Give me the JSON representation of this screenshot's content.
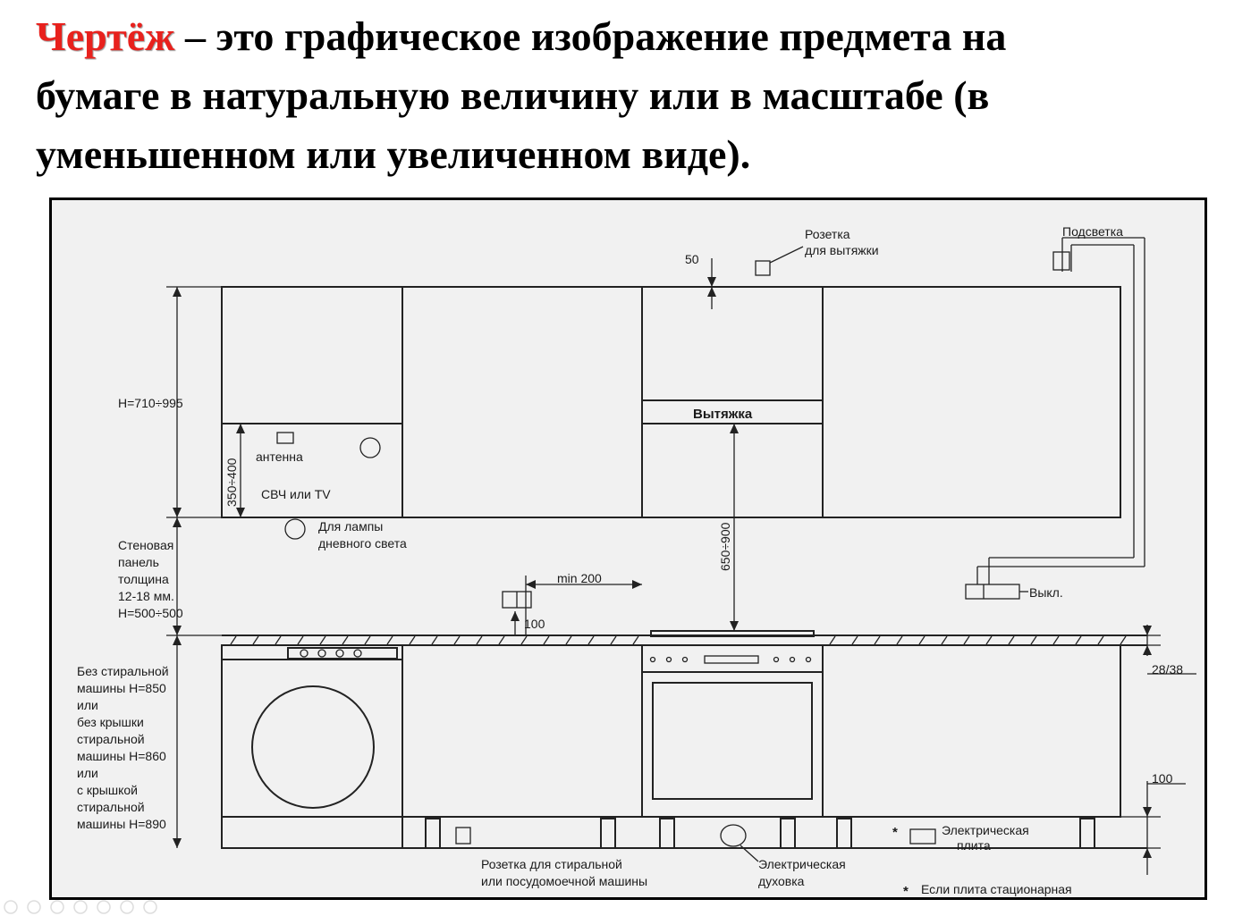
{
  "heading": {
    "term": "Чертёж",
    "rest_line1": " – это графическое изображение предмета на",
    "line2": "бумаге в натуральную величину или в масштабе (в",
    "line3": "уменьшенном или увеличенном виде)."
  },
  "drawing": {
    "labels": {
      "rozetka_1": "Розетка",
      "rozetka_2": "для вытяжки",
      "dim_50": "50",
      "podsvetka": "Подсветка",
      "h_upper": "H=710÷995",
      "vytyazhka": "Вытяжка",
      "antenna": "антенна",
      "dim_350_400": "350÷400",
      "svch": "СВЧ или TV",
      "lamp_1": "Для лампы",
      "lamp_2": "дневного света",
      "dim_650_900": "650÷900",
      "panel_1": "Стеновая",
      "panel_2": "панель",
      "panel_3": "толщина",
      "panel_4": "12-18 мм.",
      "panel_5": "H=500÷500",
      "min200": "min 200",
      "dim_100_socket": "100",
      "vykl": "Выкл.",
      "dim_28_38": "28/38",
      "dim_100_plinth": "100",
      "wm_1": "Без стиральной",
      "wm_2": "машины H=850",
      "wm_3": "или",
      "wm_4": "без крышки",
      "wm_5": "стиральной",
      "wm_6": "машины H=860",
      "wm_7": "или",
      "wm_8": "с крышкой",
      "wm_9": "стиральной",
      "wm_10": "машины H=890",
      "plita_1": "Электрическая",
      "plita_2": "плита",
      "rozetka_wm_1": "Розетка для стиральной",
      "rozetka_wm_2": "или посудомоечной  машины",
      "duhovka_1": "Электрическая",
      "duhovka_2": "духовка",
      "stationary": "Если плита стационарная",
      "star": "*"
    }
  }
}
